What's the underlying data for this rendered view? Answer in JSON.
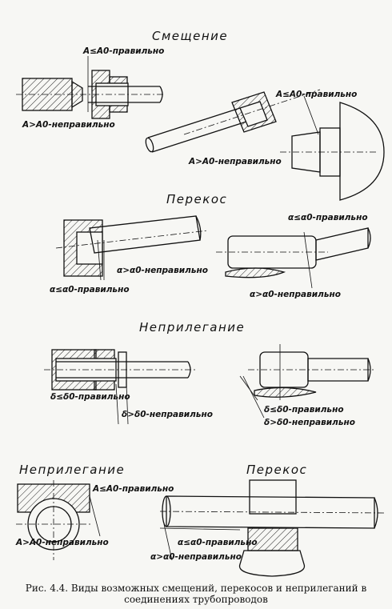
{
  "sections": {
    "smeshchenie": "Смещение",
    "perekos_top": "Перекос",
    "neprileganie_mid": "Неприлегание",
    "neprileganie_bottom": "Неприлегание",
    "perekos_bottom": "Перекос"
  },
  "labels": {
    "s1_correct": "A≤A0-правильно",
    "s1_wrong": "A>A0-неправильно",
    "s2_correct": "A≤A0-правильно",
    "s2_wrong": "A>A0-неправильно",
    "p1_wrong": "α>α0-неправильно",
    "p1_correct": "α≤α0-правильно",
    "p2_correct": "α≤α0-правильно",
    "p2_wrong": "α>α0-неправильно",
    "n1_correct": "δ≤δ0-правильно",
    "n1_wrong": "δ>δ0-неправильно",
    "n2_correct": "δ≤δ0-правильно",
    "n2_wrong": "δ>δ0-неправильно",
    "n3_correct": "A≤A0-правильно",
    "n3_wrong": "A>A0-неправильно",
    "p3_correct": "α≤α0-правильно",
    "p3_wrong": "α>α0-неправильно"
  },
  "caption": {
    "line1": "Рис. 4.4. Виды возможных смещений, перекосов и неприлеганий в",
    "line2": "соединениях трубопроводов"
  }
}
